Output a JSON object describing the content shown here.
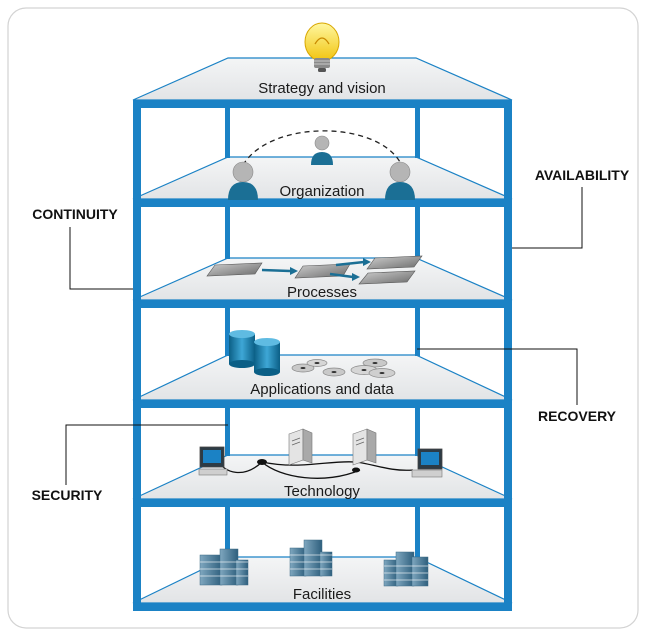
{
  "floors": {
    "strategy": "Strategy and vision",
    "organization": "Organization",
    "processes": "Processes",
    "applications": "Applications and data",
    "technology": "Technology",
    "facilities": "Facilities"
  },
  "side_labels": {
    "continuity": "CONTINUITY",
    "availability": "AVAILABILITY",
    "recovery": "RECOVERY",
    "security": "SECURITY"
  },
  "colors": {
    "frame": "#1b82c5",
    "floor": "#eef0f1",
    "floor_edge": "#1b82c5",
    "border": "#d3d3d3"
  },
  "icons": [
    "lightbulb-icon",
    "person-icon",
    "process-sheet-icon",
    "database-icon",
    "disc-icon",
    "computer-icon",
    "server-icon",
    "building-icon"
  ]
}
